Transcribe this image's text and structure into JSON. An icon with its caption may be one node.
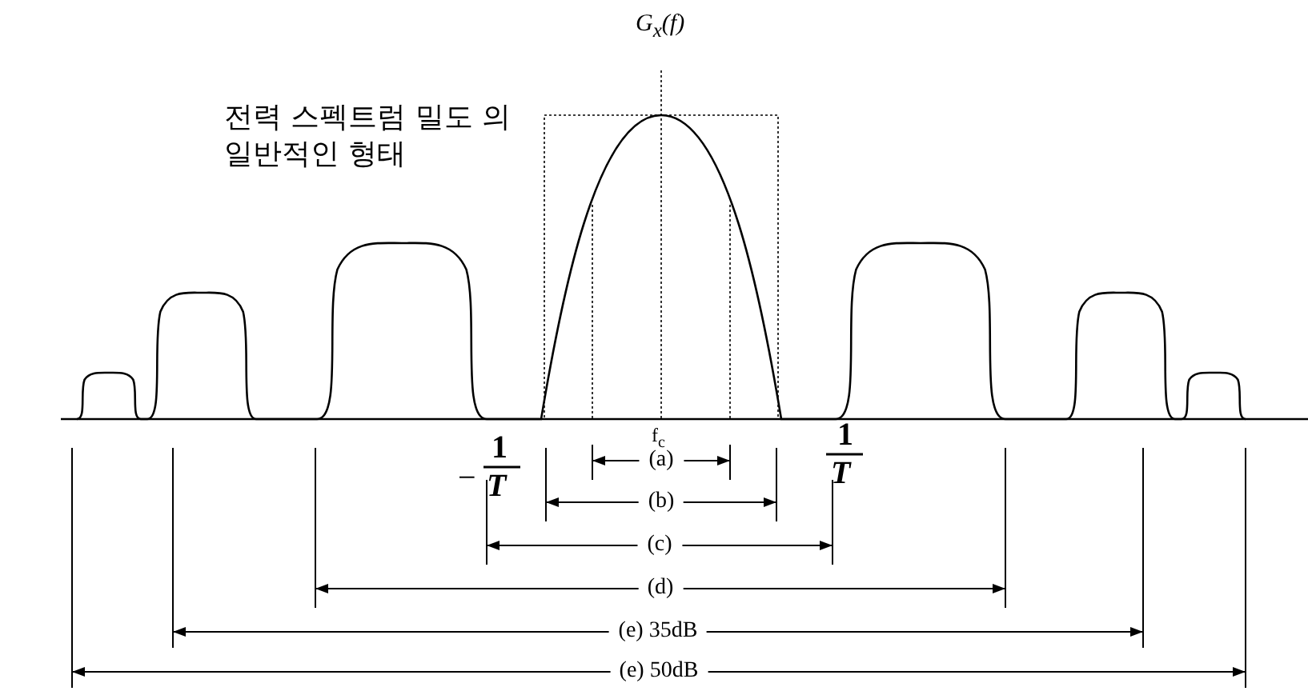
{
  "diagram": {
    "labels": [
      "G$_{x}$(*f*)",
      "전력 스펙트럼 밀도 의 일반적인 형태",
      "−",
      "1",
      "T",
      "f$_{c}$",
      "1",
      "T",
      "(a)",
      "(b)",
      "(c)",
      "(d)",
      "(e) 35dB",
      "(e) 50dB"
    ]
  }
}
